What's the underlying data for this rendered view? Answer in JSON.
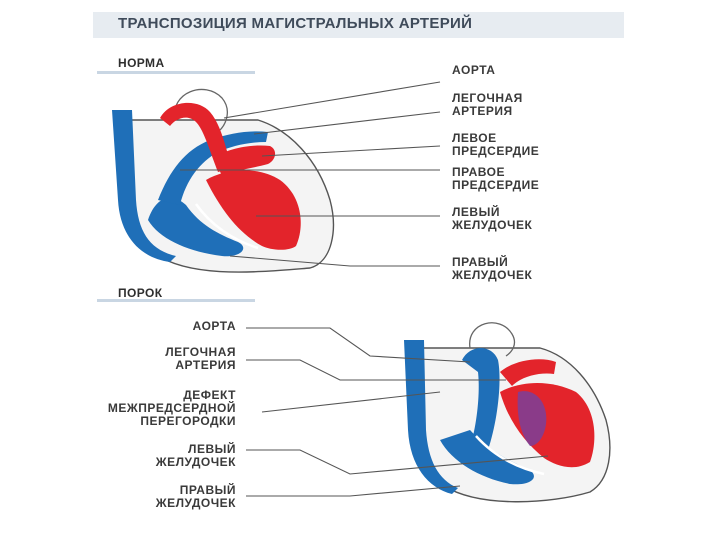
{
  "title": "ТРАНСПОЗИЦИЯ МАГИСТРАЛЬНЫХ АРТЕРИЙ",
  "sections": {
    "norm": "НОРМА",
    "defect": "ПОРОК"
  },
  "norm_labels": {
    "aorta": "АОРТА",
    "pulmonary": "ЛЕГОЧНАЯ\nАРТЕРИЯ",
    "left_atrium": "ЛЕВОЕ\nПРЕДСЕРДИЕ",
    "right_atrium": "ПРАВОЕ\nПРЕДСЕРДИЕ",
    "left_ventricle": "ЛЕВЫЙ\nЖЕЛУДОЧЕК",
    "right_ventricle": "ПРАВЫЙ\nЖЕЛУДОЧЕК"
  },
  "defect_labels": {
    "aorta": "АОРТА",
    "pulmonary": "ЛЕГОЧНАЯ\nАРТЕРИЯ",
    "septal_defect": "ДЕФЕКТ\nМЕЖПРЕДСЕРДНОЙ\nПЕРЕГОРОДКИ",
    "left_ventricle": "ЛЕВЫЙ\nЖЕЛУДОЧЕК",
    "right_ventricle": "ПРАВЫЙ\nЖЕЛУДОЧЕК"
  },
  "colors": {
    "oxygenated": "#e3242b",
    "deoxygenated": "#1f6fb8",
    "mixed": "#7a3f9a",
    "outline": "#555555"
  }
}
